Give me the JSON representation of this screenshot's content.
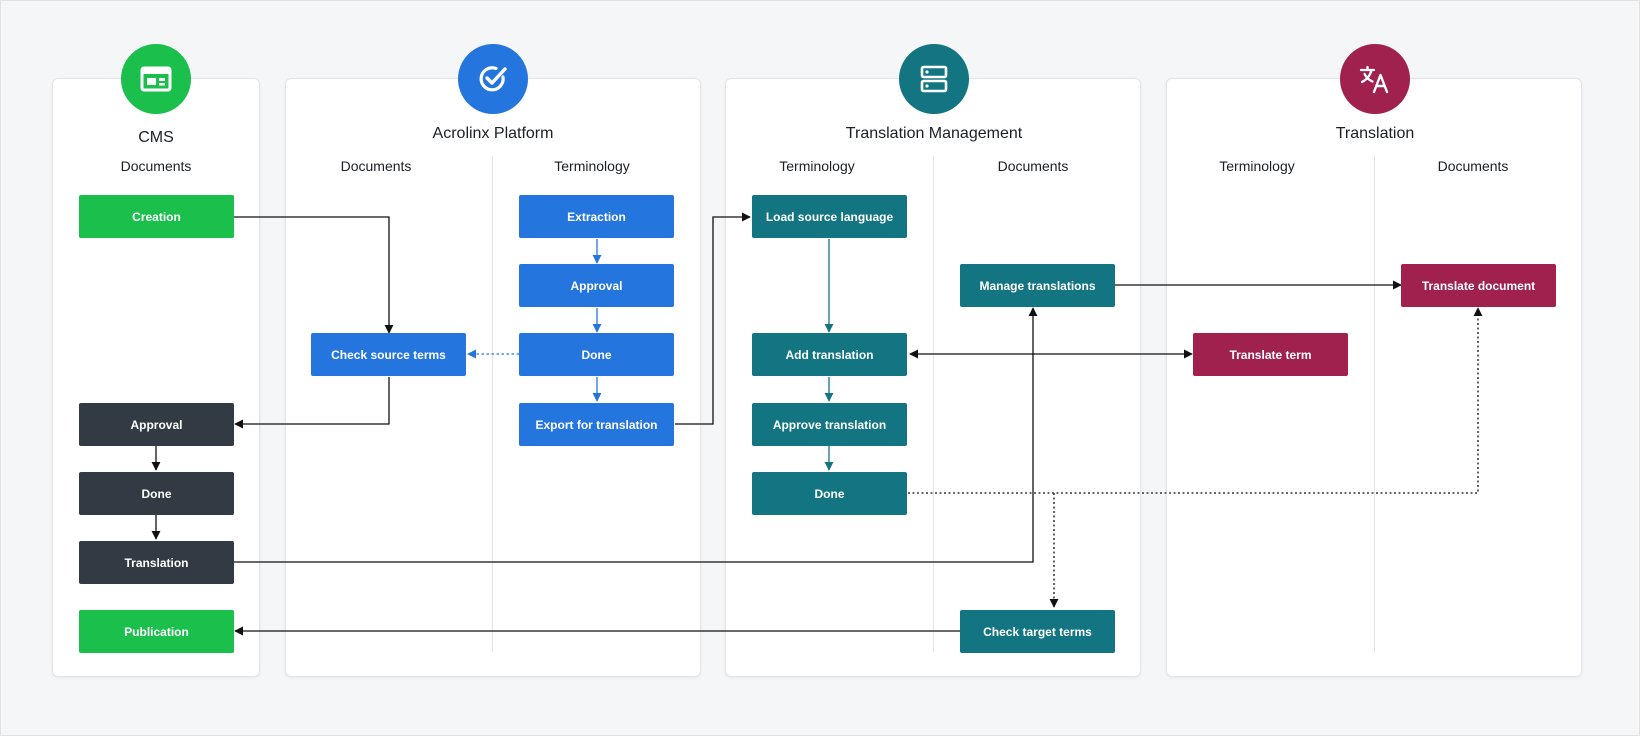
{
  "colors": {
    "cms": "#1abf4c",
    "cms_dark": "#323b43",
    "acrolinx": "#2476de",
    "tms": "#127581",
    "translation": "#a0214d"
  },
  "cms": {
    "title": "CMS",
    "icon": "browser-window-icon",
    "columns": [
      "Documents"
    ],
    "steps": {
      "creation": "Creation",
      "approval": "Approval",
      "done": "Done",
      "translation": "Translation",
      "publication": "Publication"
    }
  },
  "acrolinx": {
    "title": "Acrolinx Platform",
    "icon": "acrolinx-check-icon",
    "columns": [
      "Documents",
      "Terminology"
    ],
    "steps": {
      "check_source_terms": "Check source terms",
      "extraction": "Extraction",
      "approval": "Approval",
      "done": "Done",
      "export": "Export for translation"
    }
  },
  "tms": {
    "title": "Translation Management",
    "icon": "server-icon",
    "columns": [
      "Terminology",
      "Documents"
    ],
    "steps": {
      "load_source": "Load source language",
      "add_translation": "Add translation",
      "approve_translation": "Approve translation",
      "done": "Done",
      "manage_translations": "Manage translations",
      "check_target_terms": "Check target terms"
    }
  },
  "translation": {
    "title": "Translation",
    "icon": "translate-icon",
    "columns": [
      "Terminology",
      "Documents"
    ],
    "steps": {
      "translate_term": "Translate term",
      "translate_document": "Translate document"
    }
  }
}
